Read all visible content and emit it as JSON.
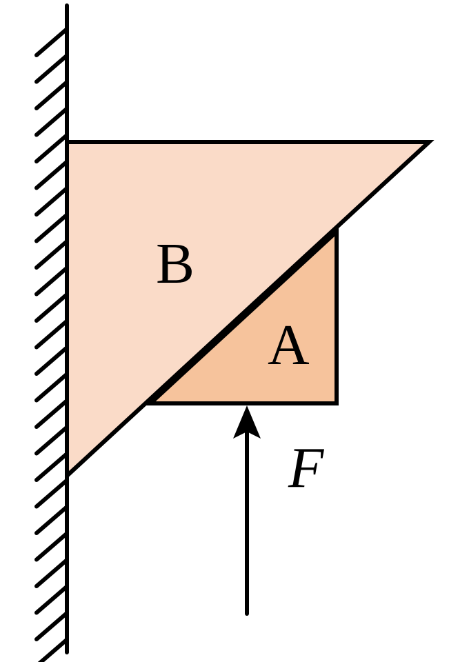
{
  "labels": {
    "block_b": "B",
    "block_a": "A",
    "force": "F"
  },
  "colors": {
    "block_b_fill": "#FADBC8",
    "block_a_fill": "#F6C39C",
    "stroke": "#000000",
    "background": "#FFFFFF"
  },
  "icons": {
    "wall": "hatched-wall",
    "force_arrow": "arrow-up"
  }
}
